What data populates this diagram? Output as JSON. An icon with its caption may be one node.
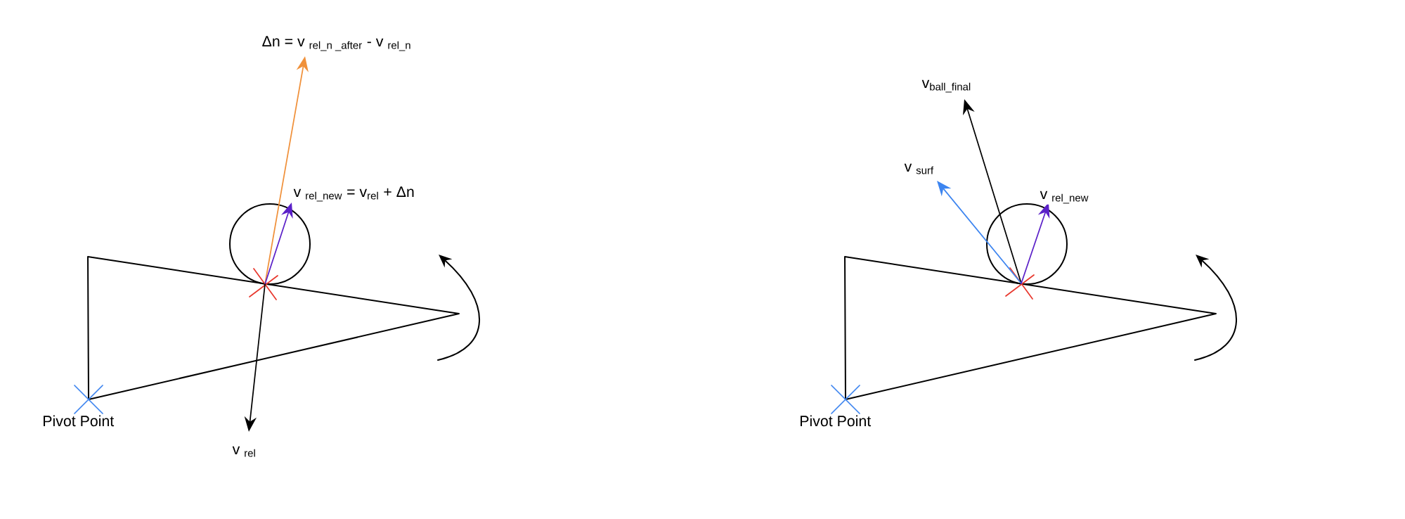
{
  "diagram": {
    "nodes": [
      {
        "text": [],
        "shape": "cross"
      },
      {
        "text": [],
        "shape": "cross"
      }
    ],
    "edges": [
      {
        "from": 0,
        "to": null,
        "arrow": "to",
        "label": "\\text{Δn = v }_{\\text{rel\\_n \\_after}}\\text{ - v }_{\\text{rel\\_n}}",
        "color": "#f0913b"
      },
      {
        "from": 0,
        "to": null,
        "arrow": "to",
        "label": "v $_{rel_new}$ = v$_{rel}$ + Δn",
        "color": "#5b21c8"
      },
      {
        "from": 0,
        "to": null,
        "arrow": "to",
        "label": "v $_{rel}$",
        "color": "#000000"
      },
      {
        "from": 1,
        "to": null,
        "arrow": "to",
        "label": "\\text{v}_{\\text{ball\\_final}}",
        "color": "#000000"
      },
      {
        "from": 1,
        "to": null,
        "arrow": "to",
        "label": "v $_{surf}$",
        "color": "#3d85f0"
      },
      {
        "from": 1,
        "to": null,
        "arrow": "to",
        "label": "v $_{rel_new}$",
        "color": "#5b21c8"
      }
    ],
    "labels": [
      "Pivot Point",
      "Pivot Point"
    ]
  }
}
